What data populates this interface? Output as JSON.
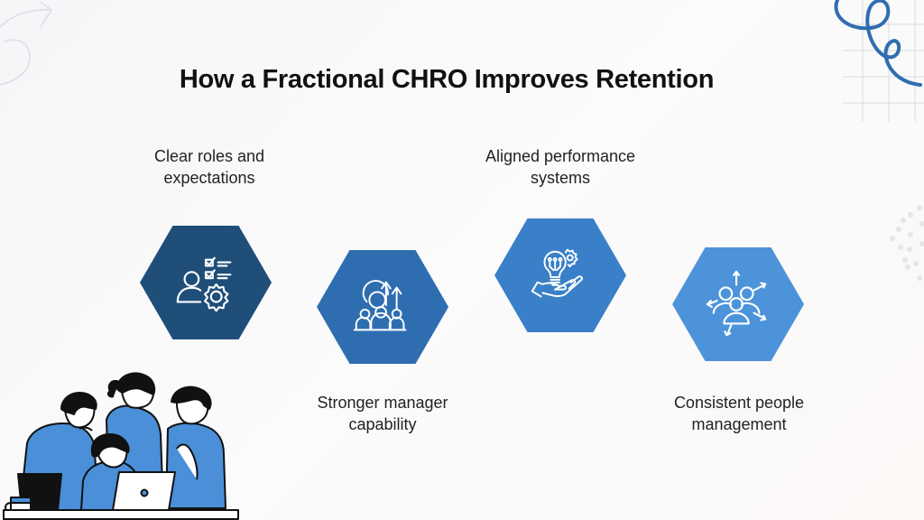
{
  "title": "How a Fractional CHRO Improves Retention",
  "steps": [
    {
      "label_line1": "Clear roles and",
      "label_line2": "expectations",
      "icon": "roles-checklist-gear-icon",
      "color": "#1f4e79"
    },
    {
      "label_line1": "Stronger manager",
      "label_line2": "capability",
      "icon": "team-growth-icon",
      "color": "#2e6eb0"
    },
    {
      "label_line1": "Aligned performance",
      "label_line2": "systems",
      "icon": "idea-hand-icon",
      "color": "#3a80c8"
    },
    {
      "label_line1": "Consistent people",
      "label_line2": "management",
      "icon": "people-network-icon",
      "color": "#4d93da"
    }
  ],
  "colors": {
    "dark_navy": "#1f4e79",
    "mid_blue": "#2e6eb0",
    "blue": "#3a80c8",
    "light_blue": "#4d93da",
    "illustration_blue": "#4a8fd8",
    "swirl_blue": "#2f6db0"
  }
}
